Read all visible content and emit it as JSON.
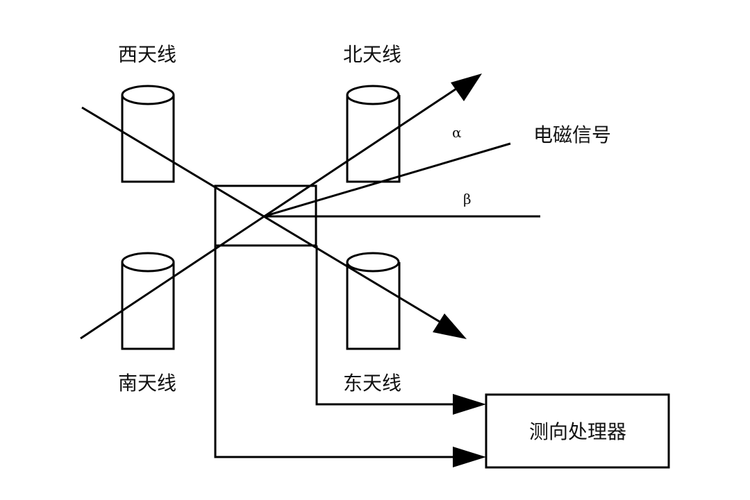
{
  "labels": {
    "west": "西天线",
    "north": "北天线",
    "south": "南天线",
    "east": "东天线",
    "signal": "电磁信号",
    "alpha": "α",
    "beta": "β",
    "processor": "测向处理器"
  }
}
